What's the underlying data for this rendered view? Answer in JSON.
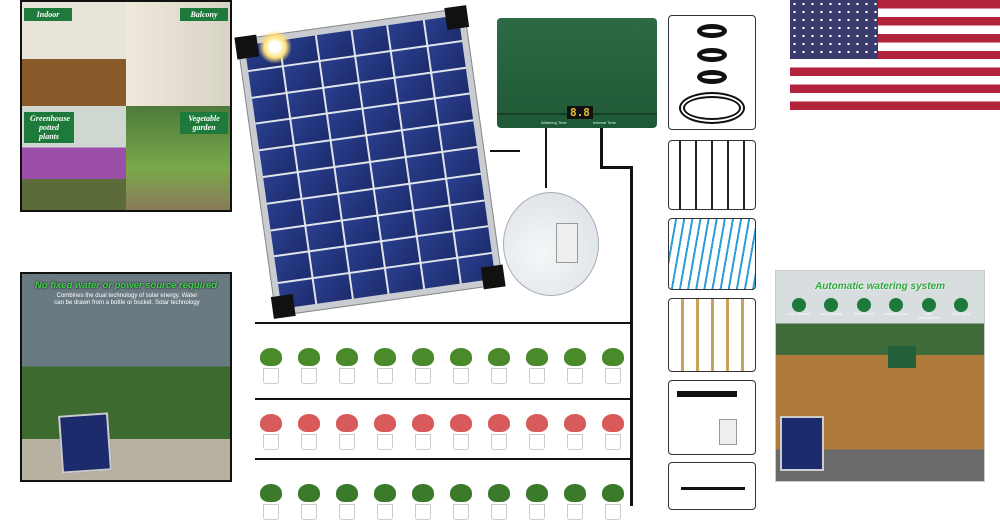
{
  "scenes_panel": {
    "labels": [
      "Indoor",
      "Balcony",
      "Greenhouse potted plants",
      "Vegetable garden"
    ]
  },
  "outdoor_panel": {
    "headline": "No fixed water or power source required",
    "subtext": "Combines the dual technology of solar energy. Water can be drawn from a bottle or bucket. Solar technology"
  },
  "controller": {
    "display": "8.8",
    "left_label": "Watering Time",
    "right_label": "Interval Time"
  },
  "auto_panel": {
    "headline": "Automatic watering system",
    "features": [
      "Solar Powered",
      "Large Capacity",
      "Professional",
      "Intelligent Timer",
      "Water Management",
      "Easy Setup"
    ]
  },
  "colors": {
    "brand_green": "#1e7a3a",
    "controller_green": "#245f3c"
  }
}
